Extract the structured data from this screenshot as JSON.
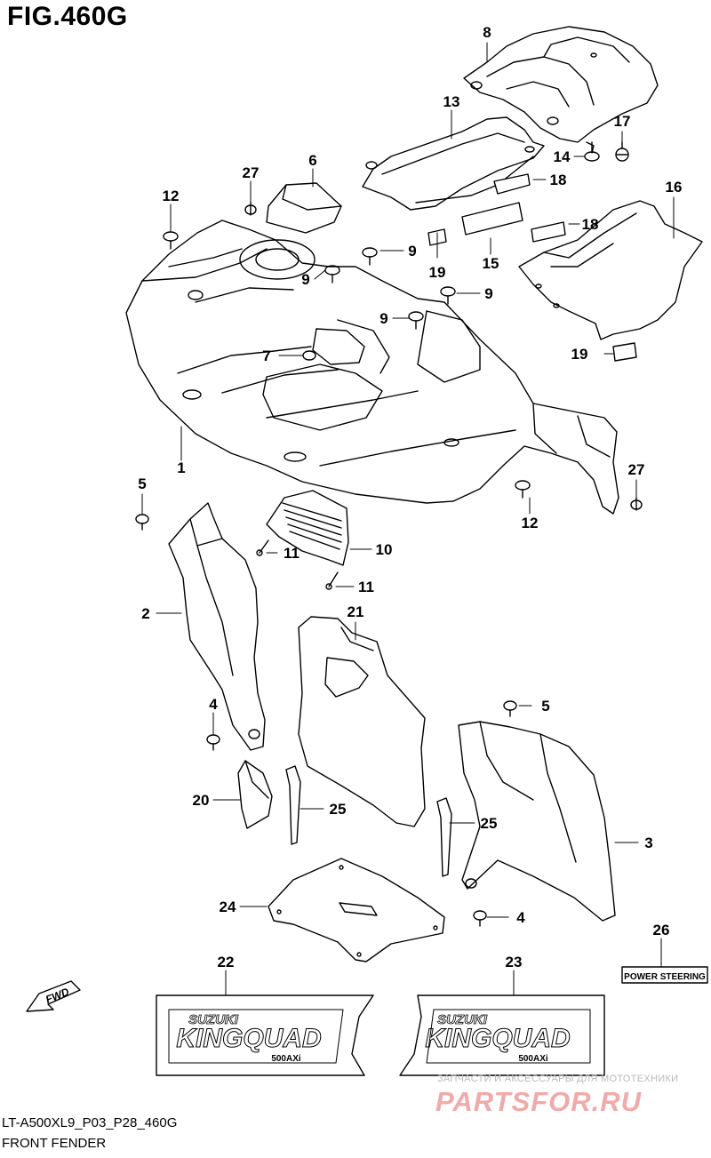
{
  "figure": {
    "title": "FIG.460G",
    "code": "LT-A500XL9_P03_P28_460G",
    "name": "FRONT FENDER"
  },
  "callouts": [
    {
      "id": "c8",
      "label": "8"
    },
    {
      "id": "c13",
      "label": "13"
    },
    {
      "id": "c17",
      "label": "17"
    },
    {
      "id": "c14",
      "label": "14"
    },
    {
      "id": "c18a",
      "label": "18"
    },
    {
      "id": "c6",
      "label": "6"
    },
    {
      "id": "c27a",
      "label": "27"
    },
    {
      "id": "c12a",
      "label": "12"
    },
    {
      "id": "c16",
      "label": "16"
    },
    {
      "id": "c18b",
      "label": "18"
    },
    {
      "id": "c9a",
      "label": "9"
    },
    {
      "id": "c19a",
      "label": "19"
    },
    {
      "id": "c15",
      "label": "15"
    },
    {
      "id": "c9b",
      "label": "9"
    },
    {
      "id": "c9c",
      "label": "9"
    },
    {
      "id": "c9d",
      "label": "9"
    },
    {
      "id": "c19b",
      "label": "19"
    },
    {
      "id": "c7",
      "label": "7"
    },
    {
      "id": "c1",
      "label": "1"
    },
    {
      "id": "c27b",
      "label": "27"
    },
    {
      "id": "c5a",
      "label": "5"
    },
    {
      "id": "c12b",
      "label": "12"
    },
    {
      "id": "c11a",
      "label": "11"
    },
    {
      "id": "c10",
      "label": "10"
    },
    {
      "id": "c11b",
      "label": "11"
    },
    {
      "id": "c2",
      "label": "2"
    },
    {
      "id": "c21",
      "label": "21"
    },
    {
      "id": "c5b",
      "label": "5"
    },
    {
      "id": "c4a",
      "label": "4"
    },
    {
      "id": "c3",
      "label": "3"
    },
    {
      "id": "c20",
      "label": "20"
    },
    {
      "id": "c25a",
      "label": "25"
    },
    {
      "id": "c25b",
      "label": "25"
    },
    {
      "id": "c24",
      "label": "24"
    },
    {
      "id": "c4b",
      "label": "4"
    },
    {
      "id": "c26",
      "label": "26"
    },
    {
      "id": "c22",
      "label": "22"
    },
    {
      "id": "c23",
      "label": "23"
    }
  ],
  "decals": {
    "power_steering": "POWER STEERING",
    "fwd": "FWD",
    "brand": "SUZUKI",
    "model": "KINGQUAD",
    "sub": "500AXi"
  },
  "watermark": {
    "tagline": "ЗАПЧАСТИ И АКСЕССУАРЫ ДЛЯ МОТОТЕХНИКИ",
    "brand": "PARTSFOR.RU"
  }
}
